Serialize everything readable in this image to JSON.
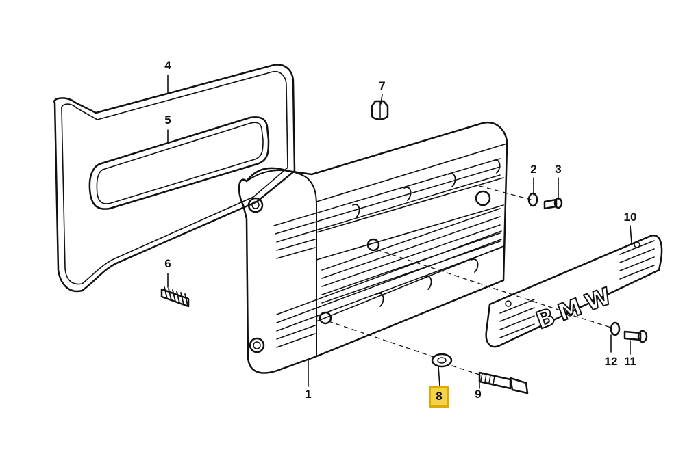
{
  "callouts": {
    "c1": "1",
    "c2": "2",
    "c3": "3",
    "c4": "4",
    "c5": "5",
    "c6": "6",
    "c7": "7",
    "c8": "8",
    "c9": "9",
    "c10": "10",
    "c11": "11",
    "c12": "12"
  },
  "plate": {
    "logo": "BMW"
  },
  "colors": {
    "line": "#111111",
    "highlight_fill": "#f4d24b",
    "highlight_border": "#e0a800"
  }
}
